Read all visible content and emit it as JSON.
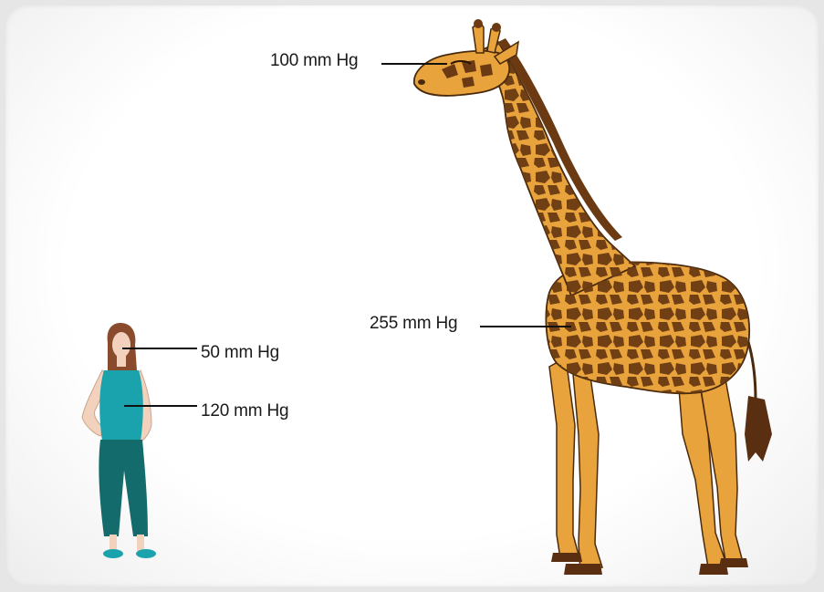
{
  "figure": {
    "subjects": [
      {
        "name": "woman"
      },
      {
        "name": "giraffe"
      }
    ],
    "labels": {
      "giraffe_head": "100 mm Hg",
      "giraffe_heart": "255 mm Hg",
      "woman_head": "50 mm Hg",
      "woman_heart": "120 mm Hg"
    },
    "colors": {
      "giraffe_body": "#e8a33c",
      "giraffe_spots": "#6b3a12",
      "giraffe_outline": "#4a2a0c",
      "woman_top": "#1aa3ad",
      "woman_pants": "#146b6b",
      "woman_hair": "#8a4b2d",
      "woman_skin": "#f2d2bd"
    }
  }
}
